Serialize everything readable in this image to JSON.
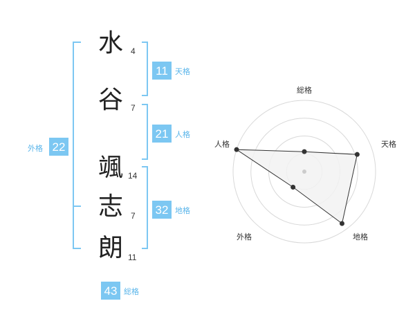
{
  "name": {
    "characters": [
      {
        "char": "水",
        "strokes": "4"
      },
      {
        "char": "谷",
        "strokes": "7"
      },
      {
        "char": "颯",
        "strokes": "14"
      },
      {
        "char": "志",
        "strokes": "7"
      },
      {
        "char": "朗",
        "strokes": "11"
      }
    ]
  },
  "scores": {
    "tenkaku": {
      "value": "11",
      "label": "天格"
    },
    "jinkaku": {
      "value": "21",
      "label": "人格"
    },
    "chikaku": {
      "value": "32",
      "label": "地格"
    },
    "gaikaku": {
      "value": "22",
      "label": "外格"
    },
    "soukaku": {
      "value": "43",
      "label": "総格"
    }
  },
  "colors": {
    "accent": "#7cc7f2",
    "accent_text": "#5ab5ea",
    "bracket": "#7cc7f2",
    "radar_fill": "#f2f2f2",
    "radar_line": "#333333",
    "grid": "#d8d8d8"
  },
  "chart_data": {
    "type": "radar",
    "axes": [
      "総格",
      "天格",
      "地格",
      "外格",
      "人格"
    ],
    "rings": 4,
    "values": [
      0.28,
      0.78,
      0.9,
      0.27,
      1.0
    ],
    "range": [
      0,
      1
    ],
    "grid": true
  }
}
